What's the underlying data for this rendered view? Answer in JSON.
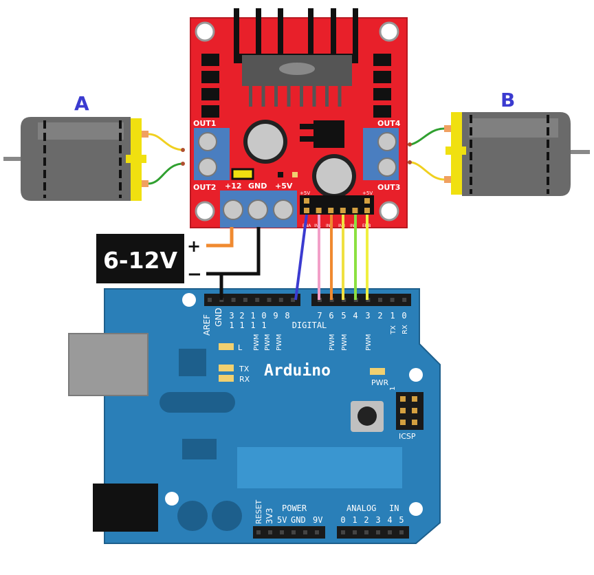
{
  "motors": {
    "a_label": "A",
    "b_label": "B",
    "label_color": "#3b3bd0"
  },
  "driver": {
    "out1": "OUT1",
    "out2": "OUT2",
    "out3": "OUT3",
    "out4": "OUT4",
    "v12": "+12",
    "gnd": "GND",
    "v5": "+5V",
    "pin_5v_left": "+5V",
    "pin_5v_right": "+5V",
    "pins": [
      "ENA",
      "IN1",
      "IN2",
      "IN3",
      "IN4",
      "ENB"
    ],
    "board_color": "#e8202a"
  },
  "power": {
    "voltage": "6-12V",
    "plus": "+",
    "minus": "−"
  },
  "arduino": {
    "name": "Arduino",
    "aref": "AREF",
    "gnd": "GND",
    "digital": "DIGITAL",
    "pin_labels_left": [
      "1",
      "1",
      "1",
      "1",
      "",
      ""
    ],
    "pin_labels_left_top": [
      "3",
      "2",
      "1",
      "0",
      "9",
      "8"
    ],
    "pin_labels_right": [
      "7",
      "6",
      "5",
      "4",
      "3",
      "2",
      "1",
      "0"
    ],
    "tx": "TX",
    "rx": "RX",
    "pwm": "PWM",
    "led_l": "L",
    "led_tx": "TX",
    "led_rx": "RX",
    "pwr": "PWR",
    "icsp": "ICSP",
    "icsp_num": "1",
    "reset": "RESET",
    "v33": "3V3",
    "power": "POWER",
    "v5": "5V",
    "gnd2": "GND",
    "v9": "9V",
    "analog": "ANALOG",
    "in": "IN",
    "analog_pins": [
      "0",
      "1",
      "2",
      "3",
      "4",
      "5"
    ],
    "board_color": "#2a7fb8"
  },
  "wires": {
    "ena": "#3b3bd0",
    "in1": "#f2a0c8",
    "in2": "#f08a30",
    "in3": "#f0e040",
    "in4": "#8ce040",
    "enb": "#f0f040",
    "plus": "#f08a30",
    "gnd": "#111111"
  }
}
